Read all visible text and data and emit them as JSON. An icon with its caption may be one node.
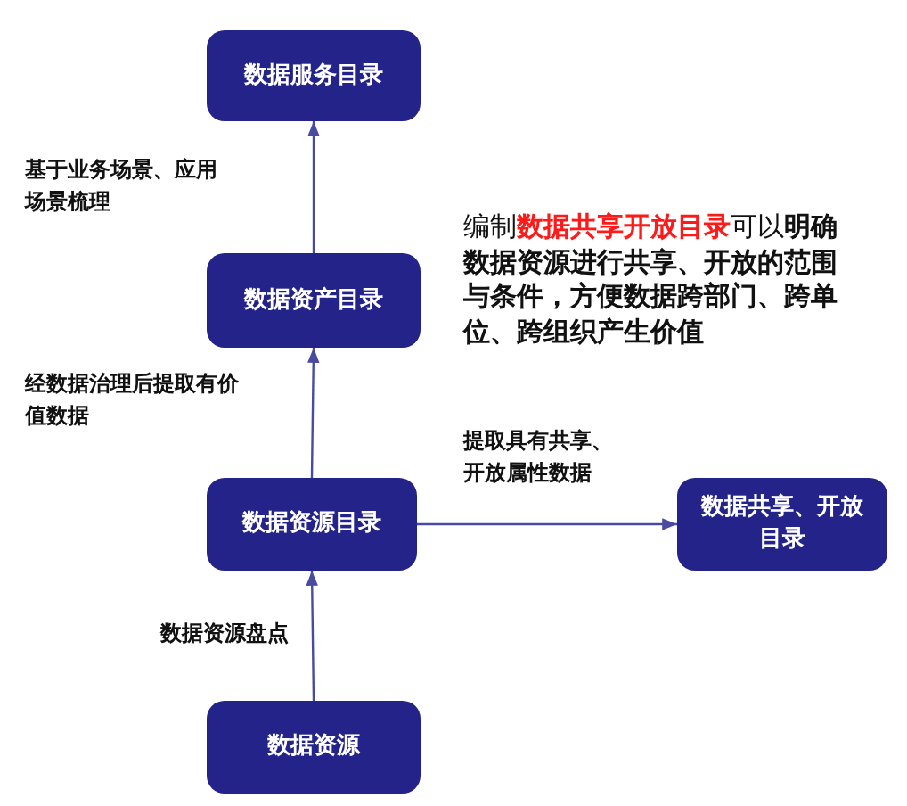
{
  "diagram": {
    "nodes": [
      {
        "text": [
          "数据服务目录"
        ]
      },
      {
        "text": [
          "数据资产目录"
        ]
      },
      {
        "text": [
          "数据资源目录"
        ]
      },
      {
        "text": [
          "数据共享、开放目录"
        ]
      },
      {
        "text": [
          "数据资源"
        ]
      }
    ],
    "edges": [
      {
        "from": 4,
        "to": 2,
        "arrow": "to",
        "label": "数据资源盘点"
      },
      {
        "from": 2,
        "to": 1,
        "arrow": "to",
        "label": "经数据治理后提取有价值数据"
      },
      {
        "from": 1,
        "to": 0,
        "arrow": "to",
        "label": "基于业务场景、应用场景梳理"
      },
      {
        "from": 2,
        "to": 3,
        "arrow": "to",
        "label": "提取具有共享、开放属性数据"
      }
    ],
    "labels": [
      "编制**数据共享开放目录**可以**明确数据资源进行共享、开放的范围与条件，方便数据跨部门、跨单位、跨组织产生价值**"
    ]
  }
}
